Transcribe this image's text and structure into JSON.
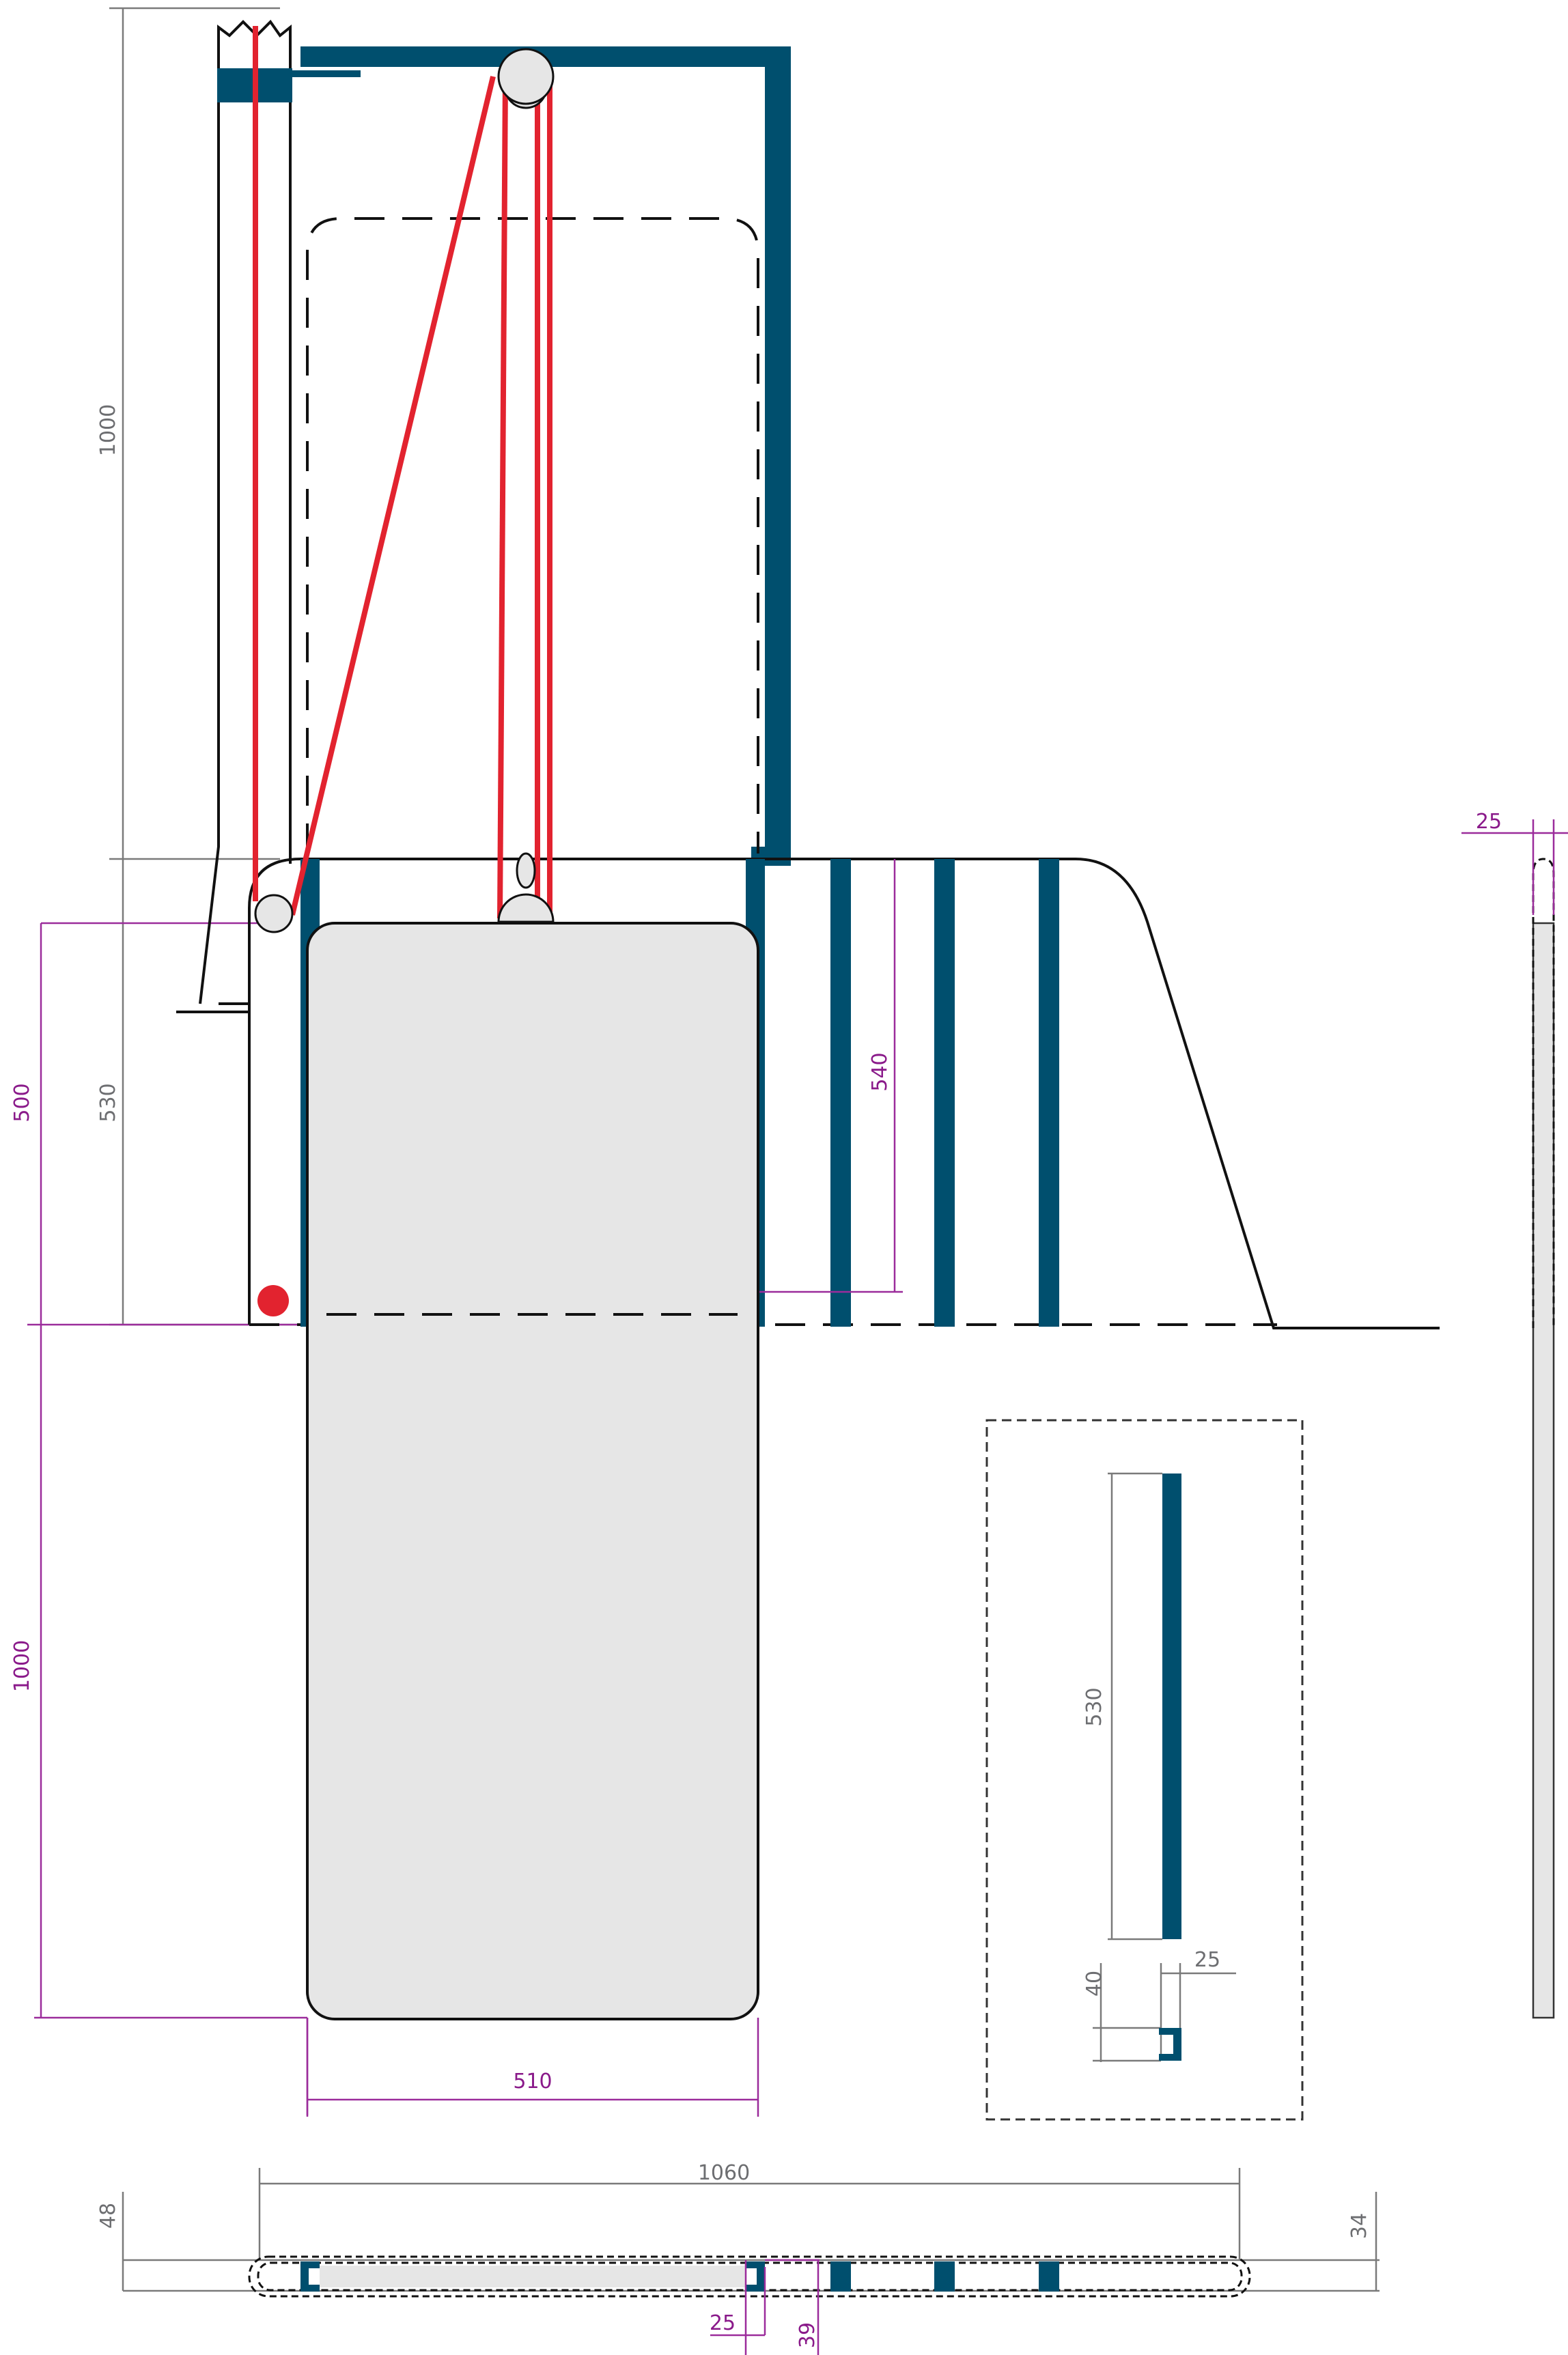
{
  "colors": {
    "steel": "#004f6e",
    "rope": "#e2232f",
    "panel_fill": "#e6e6e6",
    "dimension_grey": "#6d6e71",
    "dimension_purple": "#8a1a8a"
  },
  "dimensions": {
    "top_height": "1000",
    "upper_530": "530",
    "upper_500": "500",
    "lower_1000": "1000",
    "offset_540": "540",
    "panel_width": "510",
    "side_width": "25",
    "detail_height": "530",
    "detail_40": "40",
    "detail_25": "25",
    "plan_length": "1060",
    "plan_48": "48",
    "plan_34": "34",
    "plan_25": "25",
    "plan_39": "39"
  }
}
